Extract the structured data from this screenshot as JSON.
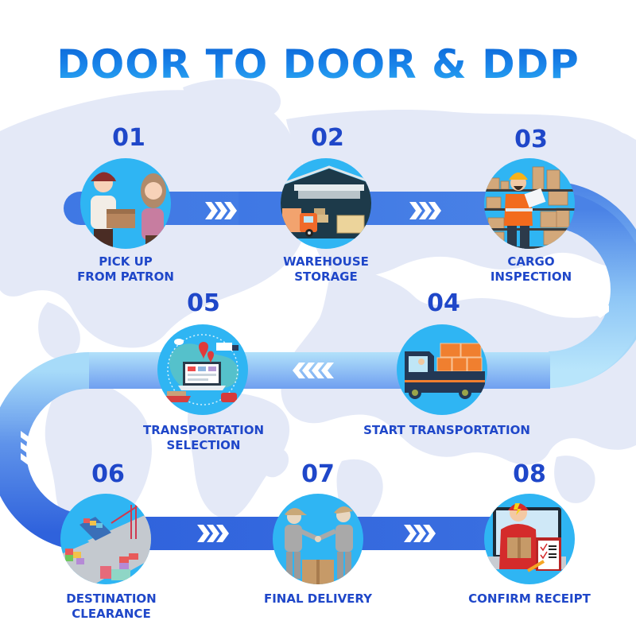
{
  "title": "DOOR TO DOOR & DDP",
  "colors": {
    "title_top": "#0b63d6",
    "title_bottom": "#2fb0f2",
    "step_text": "#1f47c9",
    "band_dark": "#3a6fe0",
    "band_light": "#b9e6fb",
    "circle_fill": "#2fb5f3",
    "map_fill": "#e4e9f7"
  },
  "steps": [
    {
      "number": "01",
      "label_lines": [
        "PICK UP",
        "FROM PATRON"
      ],
      "icon": "courier-handing-package-icon"
    },
    {
      "number": "02",
      "label_lines": [
        "WAREHOUSE",
        "STORAGE"
      ],
      "icon": "warehouse-truck-icon"
    },
    {
      "number": "03",
      "label_lines": [
        "CARGO",
        "INSPECTION"
      ],
      "icon": "worker-inspecting-shelves-icon"
    },
    {
      "number": "04",
      "label_lines": [
        "START TRANSPORTATION"
      ],
      "icon": "loaded-truck-icon"
    },
    {
      "number": "05",
      "label_lines": [
        "TRANSPORTATION",
        "SELECTION"
      ],
      "icon": "logistics-network-laptop-icon"
    },
    {
      "number": "06",
      "label_lines": [
        "DESTINATION",
        "CLEARANCE"
      ],
      "icon": "port-container-ship-icon"
    },
    {
      "number": "07",
      "label_lines": [
        "FINAL DELIVERY"
      ],
      "icon": "handshake-delivery-icon"
    },
    {
      "number": "08",
      "label_lines": [
        "CONFIRM RECEIPT"
      ],
      "icon": "courier-checklist-icon"
    }
  ],
  "arrows": {
    "row1": "right-chevrons",
    "right_turn": "down-chevrons",
    "row2": "left-chevrons",
    "left_turn": "down-chevrons",
    "row3": "right-chevrons"
  }
}
